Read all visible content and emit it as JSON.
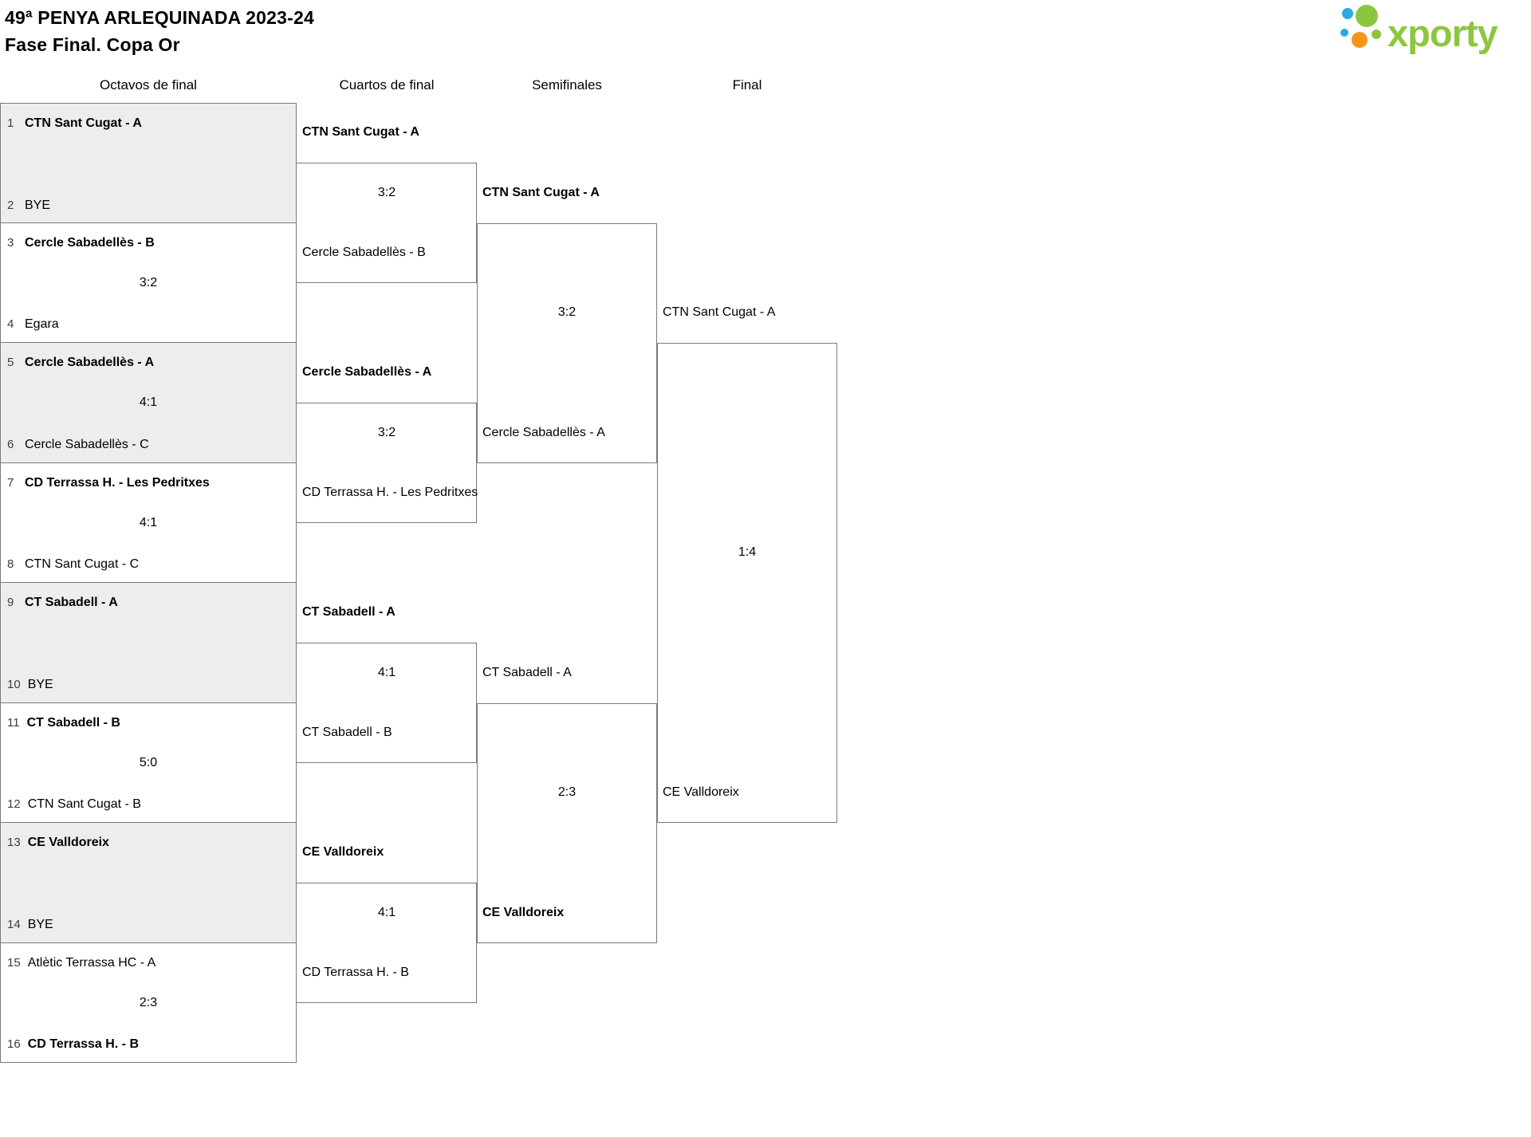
{
  "header": {
    "title": "49ª PENYA ARLEQUINADA 2023-24",
    "subtitle": "Fase Final. Copa Or"
  },
  "brand": {
    "name": "xporty"
  },
  "rounds": [
    "Octavos de final",
    "Cuartos de final",
    "Semifinales",
    "Final"
  ],
  "matches": {
    "octavos": [
      {
        "seed1": "1",
        "team1": "CTN Sant Cugat - A",
        "seed2": "2",
        "team2": "BYE",
        "score": "",
        "winner": 1
      },
      {
        "seed1": "3",
        "team1": "Cercle Sabadellès - B",
        "seed2": "4",
        "team2": "Egara",
        "score": "3:2",
        "winner": 1
      },
      {
        "seed1": "5",
        "team1": "Cercle Sabadellès - A",
        "seed2": "6",
        "team2": "Cercle Sabadellès - C",
        "score": "4:1",
        "winner": 1
      },
      {
        "seed1": "7",
        "team1": "CD Terrassa H. - Les Pedritxes",
        "seed2": "8",
        "team2": "CTN Sant Cugat - C",
        "score": "4:1",
        "winner": 1
      },
      {
        "seed1": "9",
        "team1": "CT Sabadell - A",
        "seed2": "10",
        "team2": "BYE",
        "score": "",
        "winner": 1
      },
      {
        "seed1": "11",
        "team1": "CT Sabadell - B",
        "seed2": "12",
        "team2": "CTN Sant Cugat - B",
        "score": "5:0",
        "winner": 1
      },
      {
        "seed1": "13",
        "team1": "CE Valldoreix",
        "seed2": "14",
        "team2": "BYE",
        "score": "",
        "winner": 1
      },
      {
        "seed1": "15",
        "team1": "Atlètic Terrassa HC - A",
        "seed2": "16",
        "team2": "CD Terrassa H. - B",
        "score": "2:3",
        "winner": 2
      }
    ],
    "cuartos": [
      {
        "team1": "CTN Sant Cugat - A",
        "team2": "Cercle Sabadellès - B",
        "score": "3:2",
        "winner": 1
      },
      {
        "team1": "Cercle Sabadellès - A",
        "team2": "CD Terrassa H. - Les Pedritxes",
        "score": "3:2",
        "winner": 1
      },
      {
        "team1": "CT Sabadell - A",
        "team2": "CT Sabadell - B",
        "score": "4:1",
        "winner": 1
      },
      {
        "team1": "CE Valldoreix",
        "team2": "CD Terrassa H. - B",
        "score": "4:1",
        "winner": 1
      }
    ],
    "semifinales": [
      {
        "team1": "CTN Sant Cugat - A",
        "team2": "Cercle Sabadellès - A",
        "score": "3:2",
        "winner": 1
      },
      {
        "team1": "CT Sabadell - A",
        "team2": "CE Valldoreix",
        "score": "2:3",
        "winner": 2
      }
    ],
    "final": [
      {
        "team1": "CTN Sant Cugat - A",
        "team2": "CE Valldoreix",
        "score": "1:4",
        "winner": 0
      }
    ]
  },
  "colors": {
    "brand_green": "#8cc63f",
    "brand_blue": "#29abe2",
    "brand_orange": "#f7941d",
    "row_shade": "#ededed",
    "line": "#7a7a7a"
  }
}
